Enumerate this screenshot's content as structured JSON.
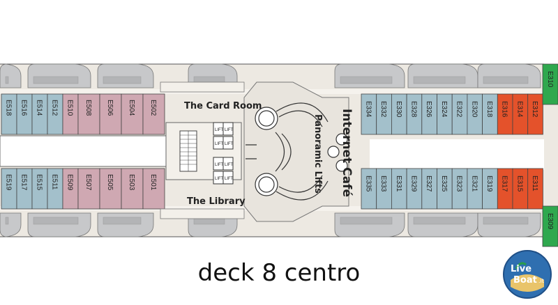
{
  "caption": "deck 8 centro",
  "areas": {
    "card_room": "The Card Room",
    "library": "The Library",
    "internet_cafe": "Internet Café",
    "panoramic_lifts": "Panoramic Lifts",
    "lift": "LIFT"
  },
  "logo": {
    "line1": "Live",
    "line2": "Boat",
    "suffix": ".it"
  },
  "cabins": {
    "top_left_pink": [
      "E518",
      "E516",
      "E514",
      "E512",
      "E510",
      "E508",
      "E506",
      "E504",
      "E502"
    ],
    "bottom_left_pink": [
      "E519",
      "E517",
      "E515",
      "E511",
      "E509",
      "E507",
      "E505",
      "E503",
      "E501"
    ],
    "top_right_blue": [
      "E334",
      "E332",
      "E330",
      "E328",
      "E326",
      "E324",
      "E322",
      "E320",
      "E318"
    ],
    "top_right_red": [
      "E316",
      "E314",
      "E312"
    ],
    "bottom_right_blue": [
      "E335",
      "E333",
      "E331",
      "E329",
      "E327",
      "E325",
      "E323",
      "E321",
      "E319"
    ],
    "bottom_right_red": [
      "E317",
      "E315",
      "E311"
    ],
    "green_top": "E310",
    "green_bottom": "E309"
  },
  "colors": {
    "pink": "#cfa8b2",
    "blue": "#a3c0cb",
    "red": "#e4522b",
    "green": "#2fa84e",
    "deck": "#efebe4",
    "lifeboat": "#c7c8ca"
  }
}
